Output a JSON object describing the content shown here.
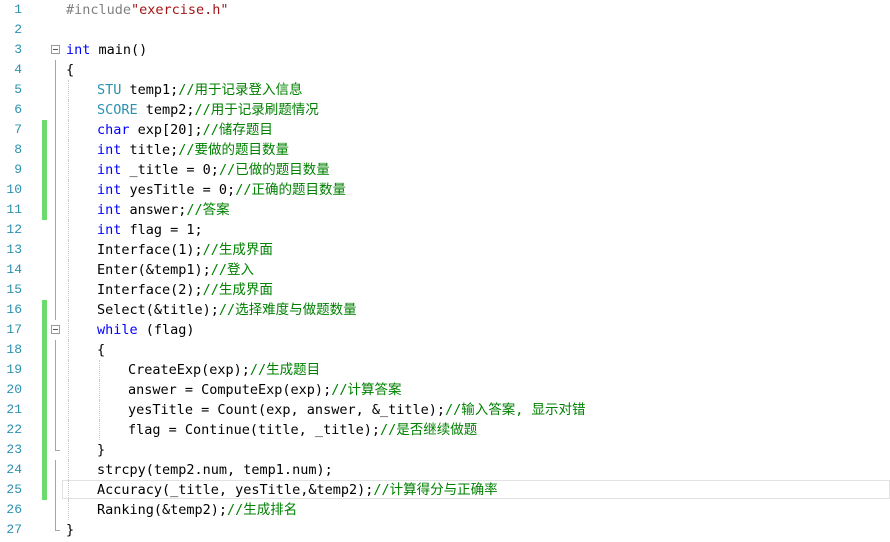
{
  "colors": {
    "keyword": "#0000ff",
    "type": "#2b91af",
    "preprocessor": "#808080",
    "string": "#a31515",
    "comment": "#008000",
    "line_number": "#2b91af",
    "change_marker": "#6cda6c"
  },
  "editor": {
    "current_line": 25,
    "lines": [
      {
        "n": "1",
        "indent": 0,
        "tokens": [
          {
            "t": "#include",
            "c": "pp"
          },
          {
            "t": "\"exercise.h\"",
            "c": "str"
          }
        ]
      },
      {
        "n": "2",
        "indent": 0,
        "tokens": []
      },
      {
        "n": "3",
        "indent": 0,
        "fold": true,
        "tokens": [
          {
            "t": "int",
            "c": "kw"
          },
          {
            "t": " main()",
            "c": "plain"
          }
        ]
      },
      {
        "n": "4",
        "indent": 0,
        "tokens": [
          {
            "t": "{",
            "c": "plain"
          }
        ]
      },
      {
        "n": "5",
        "indent": 1,
        "tokens": [
          {
            "t": "STU",
            "c": "type"
          },
          {
            "t": " temp1;",
            "c": "plain"
          },
          {
            "t": "//用于记录登入信息",
            "c": "cm"
          }
        ]
      },
      {
        "n": "6",
        "indent": 1,
        "tokens": [
          {
            "t": "SCORE",
            "c": "type"
          },
          {
            "t": " temp2;",
            "c": "plain"
          },
          {
            "t": "//用于记录刷题情况",
            "c": "cm"
          }
        ]
      },
      {
        "n": "7",
        "indent": 1,
        "changed": true,
        "tokens": [
          {
            "t": "char",
            "c": "kw"
          },
          {
            "t": " exp[20];",
            "c": "plain"
          },
          {
            "t": "//储存题目",
            "c": "cm"
          }
        ]
      },
      {
        "n": "8",
        "indent": 1,
        "changed": true,
        "tokens": [
          {
            "t": "int",
            "c": "kw"
          },
          {
            "t": " title;",
            "c": "plain"
          },
          {
            "t": "//要做的题目数量",
            "c": "cm"
          }
        ]
      },
      {
        "n": "9",
        "indent": 1,
        "changed": true,
        "tokens": [
          {
            "t": "int",
            "c": "kw"
          },
          {
            "t": " _title = 0;",
            "c": "plain"
          },
          {
            "t": "//已做的题目数量",
            "c": "cm"
          }
        ]
      },
      {
        "n": "10",
        "indent": 1,
        "changed": true,
        "tokens": [
          {
            "t": "int",
            "c": "kw"
          },
          {
            "t": " yesTitle = 0;",
            "c": "plain"
          },
          {
            "t": "//正确的题目数量",
            "c": "cm"
          }
        ]
      },
      {
        "n": "11",
        "indent": 1,
        "changed": true,
        "tokens": [
          {
            "t": "int",
            "c": "kw"
          },
          {
            "t": " answer;",
            "c": "plain"
          },
          {
            "t": "//答案",
            "c": "cm"
          }
        ]
      },
      {
        "n": "12",
        "indent": 1,
        "tokens": [
          {
            "t": "int",
            "c": "kw"
          },
          {
            "t": " flag = 1;",
            "c": "plain"
          }
        ]
      },
      {
        "n": "13",
        "indent": 1,
        "tokens": [
          {
            "t": "Interface(1);",
            "c": "plain"
          },
          {
            "t": "//生成界面",
            "c": "cm"
          }
        ]
      },
      {
        "n": "14",
        "indent": 1,
        "tokens": [
          {
            "t": "Enter(&temp1);",
            "c": "plain"
          },
          {
            "t": "//登入",
            "c": "cm"
          }
        ]
      },
      {
        "n": "15",
        "indent": 1,
        "tokens": [
          {
            "t": "Interface(2);",
            "c": "plain"
          },
          {
            "t": "//生成界面",
            "c": "cm"
          }
        ]
      },
      {
        "n": "16",
        "indent": 1,
        "changed": true,
        "tokens": [
          {
            "t": "Select(&title);",
            "c": "plain"
          },
          {
            "t": "//选择难度与做题数量",
            "c": "cm"
          }
        ]
      },
      {
        "n": "17",
        "indent": 1,
        "changed": true,
        "fold": true,
        "tokens": [
          {
            "t": "while",
            "c": "kw"
          },
          {
            "t": " (flag)",
            "c": "plain"
          }
        ]
      },
      {
        "n": "18",
        "indent": 1,
        "changed": true,
        "tokens": [
          {
            "t": "{",
            "c": "plain"
          }
        ]
      },
      {
        "n": "19",
        "indent": 2,
        "changed": true,
        "tokens": [
          {
            "t": "CreateExp(exp);",
            "c": "plain"
          },
          {
            "t": "//生成题目",
            "c": "cm"
          }
        ]
      },
      {
        "n": "20",
        "indent": 2,
        "changed": true,
        "tokens": [
          {
            "t": "answer = ComputeExp(exp);",
            "c": "plain"
          },
          {
            "t": "//计算答案",
            "c": "cm"
          }
        ]
      },
      {
        "n": "21",
        "indent": 2,
        "changed": true,
        "tokens": [
          {
            "t": "yesTitle = Count(exp, answer, &_title);",
            "c": "plain"
          },
          {
            "t": "//输入答案, 显示对错",
            "c": "cm"
          }
        ]
      },
      {
        "n": "22",
        "indent": 2,
        "changed": true,
        "tokens": [
          {
            "t": "flag = Continue(title, _title);",
            "c": "plain"
          },
          {
            "t": "//是否继续做题",
            "c": "cm"
          }
        ]
      },
      {
        "n": "23",
        "indent": 1,
        "changed": true,
        "tokens": [
          {
            "t": "}",
            "c": "plain"
          }
        ]
      },
      {
        "n": "24",
        "indent": 1,
        "changed": true,
        "tokens": [
          {
            "t": "strcpy(temp2.num, temp1.num);",
            "c": "plain"
          }
        ]
      },
      {
        "n": "25",
        "indent": 1,
        "changed": true,
        "tokens": [
          {
            "t": "Accuracy(_title, yesTitle,&temp2);",
            "c": "plain"
          },
          {
            "t": "//计算得分与正确率",
            "c": "cm"
          }
        ]
      },
      {
        "n": "26",
        "indent": 1,
        "tokens": [
          {
            "t": "Ranking(&temp2);",
            "c": "plain"
          },
          {
            "t": "//生成排名",
            "c": "cm"
          }
        ]
      },
      {
        "n": "27",
        "indent": 0,
        "tokens": [
          {
            "t": "}",
            "c": "plain"
          }
        ]
      }
    ]
  }
}
